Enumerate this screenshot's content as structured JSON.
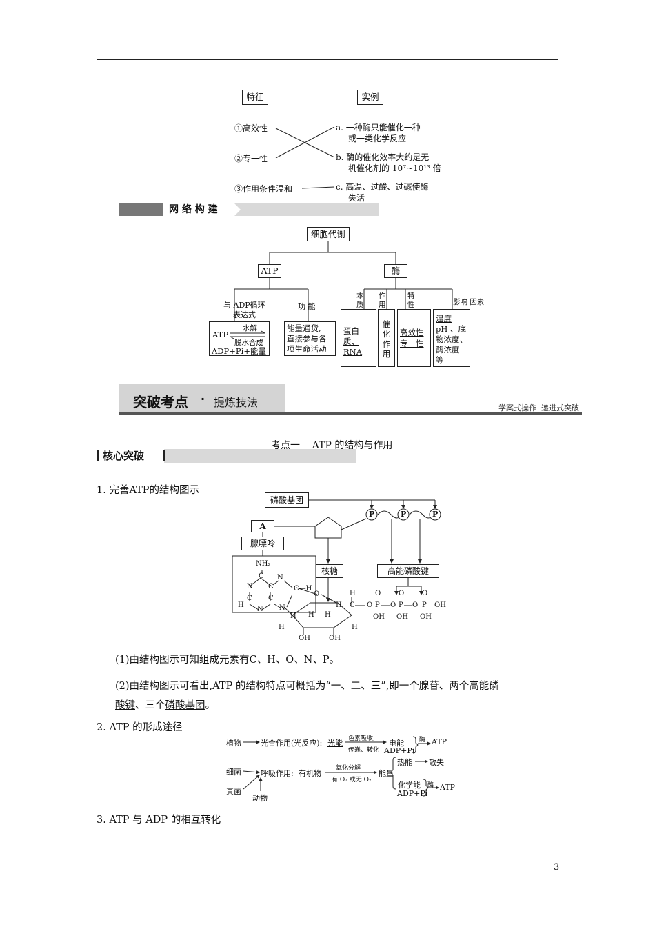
{
  "match": {
    "header_left": "特征",
    "header_right": "实例",
    "left": [
      "①高效性",
      "②专一性",
      "③作用条件温和"
    ],
    "right": [
      [
        "a. 一种酶只能催化一种",
        "或一类化学反应"
      ],
      [
        "b. 酶的催化效率大约是无",
        "机催化剂的 10⁷~10¹³ 倍"
      ],
      [
        "c. 高温、过酸、过碱使酶",
        "失活"
      ]
    ]
  },
  "network_banner": "网 络 构 建",
  "network": {
    "root": "细胞代谢",
    "atp": "ATP",
    "enzyme": "酶",
    "atp_label1": "与 ADP循环",
    "atp_label1b": "表达式",
    "atp_label2": "功 能",
    "atp_eq_left": "ATP",
    "atp_eq_top": "水解",
    "atp_eq_bottom": "脱水合成",
    "atp_eq_right": "ADP+Pi+能量",
    "atp_function": [
      "能量通货,",
      "直接参与各",
      "项生命活动"
    ],
    "enz_labels": [
      "本质",
      "作用",
      "特性",
      "影响 因素"
    ],
    "enz_nature": [
      "蛋白质、",
      "RNA"
    ],
    "enz_role": [
      "催",
      "化",
      "作",
      "用"
    ],
    "enz_traits": [
      "高效性",
      "专一性"
    ],
    "enz_factors": [
      "温度",
      "pH 、底",
      "物浓度、",
      "酶浓度",
      "等"
    ]
  },
  "section_banner": {
    "title": "突破考点",
    "dot": "·",
    "subtitle": "提炼技法",
    "right": "学案式操作  递进式突破"
  },
  "kaodian": "考点一    ATP 的结构与作用",
  "core_label": "核心突破",
  "items": {
    "q1": "1. 完善ATP的结构图示",
    "q1_1_pre": "(1)由结构图示可知组成元素有",
    "q1_1_ans": "C、H、O、N、P",
    "q1_1_post": "。",
    "q1_2_pre": "(2)由结构图示可看出,ATP 的结构特点可概括为“一、二、三”,即一个腺苷、两个",
    "q1_2_ans1a": "高能磷",
    "q1_2_ans1b": "酸键",
    "q1_2_mid": "、三个",
    "q1_2_ans2": "磷酸基团",
    "q1_2_post": "。",
    "q2": "2. ATP 的形成途径",
    "q3": "3. ATP 与 ADP 的相互转化"
  },
  "structure": {
    "phosphate_group": "磷酸基团",
    "A": "A",
    "adenine": "腺嘌呤",
    "ribose": "核糖",
    "hep_bond": "高能磷酸键",
    "P": "P",
    "atoms": {
      "NH2": "NH₂",
      "C": "C",
      "N": "N",
      "H": "H",
      "O": "O",
      "OH": "OH",
      "CH": "C—H"
    }
  },
  "pathway": {
    "plant": "植物",
    "photo": "光合作用(光反应):",
    "light": "光能",
    "pig_top": "色素吸收,",
    "pig_bottom": "传递、转化",
    "elec": "电能",
    "adp1": "ADP+Pi",
    "enz1": "酶",
    "atp1": "ATP",
    "bacteria": "细菌",
    "fungi": "真菌",
    "animal": "动物",
    "resp": "呼吸作用:",
    "org": "有机物",
    "ox_top": "氧化分解",
    "ox_bottom": "有 O₂ 或无 O₂",
    "energy": "能量",
    "heat": "热能",
    "loss": "散失",
    "chem": "化学能",
    "adp2": "ADP+Pi",
    "enz2": "酶",
    "atp2": "ATP"
  },
  "page_number": "3"
}
